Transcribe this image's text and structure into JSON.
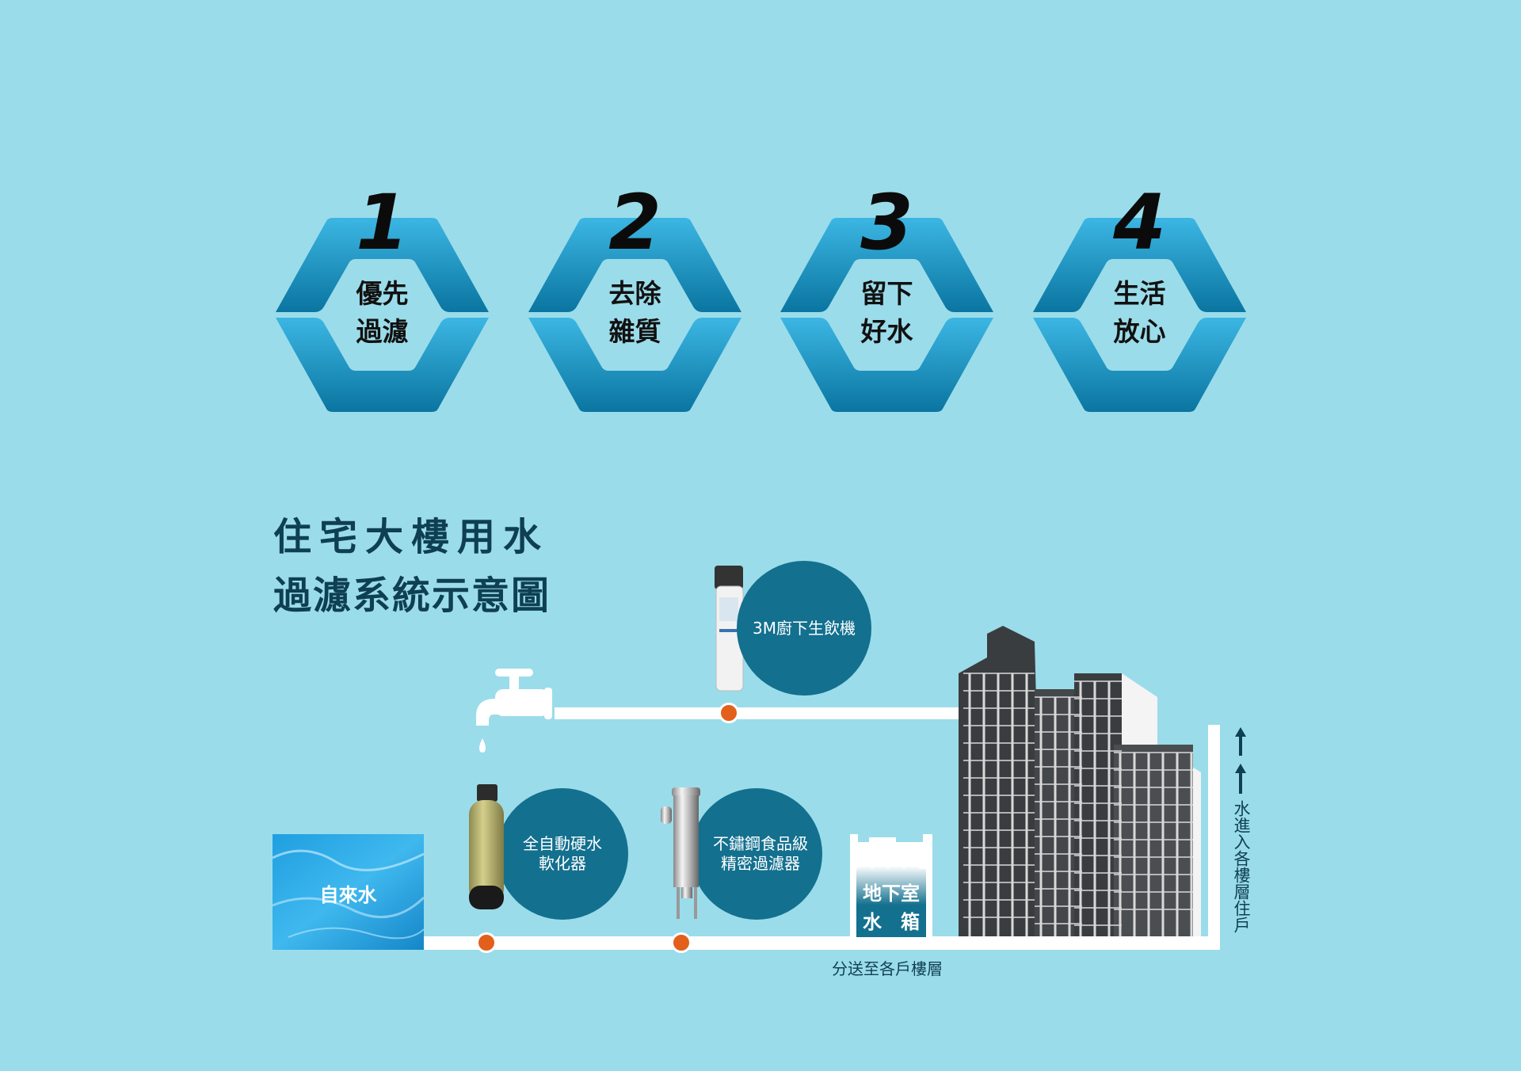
{
  "steps": [
    {
      "number": "1",
      "line1": "優先",
      "line2": "過濾"
    },
    {
      "number": "2",
      "line1": "去除",
      "line2": "雜質"
    },
    {
      "number": "3",
      "line1": "留下",
      "line2": "好水"
    },
    {
      "number": "4",
      "line1": "生活",
      "line2": "放心"
    }
  ],
  "title": {
    "line1": "住宅大樓用水",
    "line2": "過濾系統示意圖"
  },
  "diagram": {
    "source": "自來水",
    "softener": {
      "line1": "全自動硬水",
      "line2": "軟化器"
    },
    "stainless_filter": {
      "line1": "不鏽鋼食品級",
      "line2": "精密過濾器"
    },
    "under_sink": "3M廚下生飲機",
    "basement_tank": {
      "line1": "地下室",
      "line2": "水　箱"
    },
    "distribution": "分送至各戶樓層",
    "to_residents": "水進入各樓層住戶"
  },
  "colors": {
    "background": "#9bdcea",
    "circle": "#13708f",
    "title": "#0e3f52",
    "dot": "#e2601c",
    "hex_light": "#3cb6e3",
    "hex_dark": "#0a75a0"
  }
}
